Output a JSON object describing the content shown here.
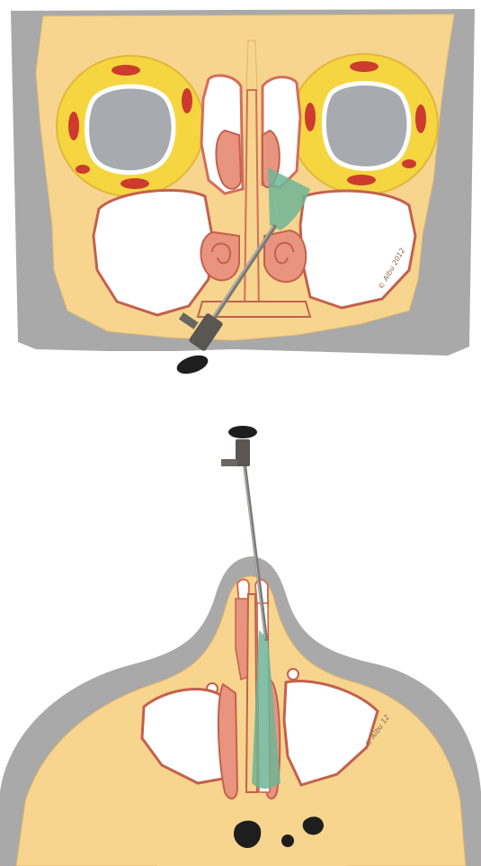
{
  "figure": {
    "panels": [
      {
        "id": "coronal",
        "view": "coronal section through orbits and maxillary sinuses with angled endoscope",
        "signature": "© Albu 2012"
      },
      {
        "id": "axial",
        "view": "axial section through nasal cavity with straight endoscope",
        "signature": "© Albu 12"
      }
    ],
    "colors": {
      "soft_tissue": "#a9a9a9",
      "bone": "#f7d58f",
      "orbit_fat": "#f5d640",
      "globe": "#a7abb0",
      "mucosa": "#d36e5a",
      "mucosa_fill": "#e9947e",
      "muscle": "#cc3b2e",
      "field_of_view": "#6fb596",
      "endoscope": "#7d7a75",
      "eyepiece": "#1e1e1e",
      "air": "#ffffff"
    }
  }
}
